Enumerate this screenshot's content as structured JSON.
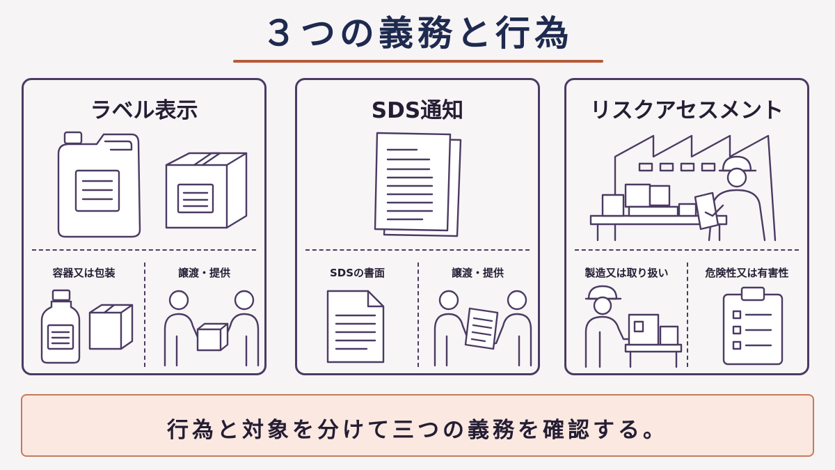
{
  "title": "３つの義務と行為",
  "panels": [
    {
      "title": "ラベル表示",
      "sub_left": "容器又は包装",
      "sub_right": "譲渡・提供",
      "icons": [
        "canister-icon",
        "box-icon",
        "bottle-icon",
        "small-box-icon",
        "handover-box-icon"
      ]
    },
    {
      "title": "SDS通知",
      "sub_left": "SDSの書面",
      "sub_right": "譲渡・提供",
      "icons": [
        "document-stack-icon",
        "document-icon",
        "handover-document-icon"
      ]
    },
    {
      "title": "リスクアセスメント",
      "sub_left": "製造又は取り扱い",
      "sub_right": "危険性又は有害性",
      "icons": [
        "factory-inspector-icon",
        "worker-machine-icon",
        "clipboard-checklist-icon"
      ]
    }
  ],
  "footer": "行為と対象を分けて三つの義務を確認する。",
  "colors": {
    "title": "#1e2a4f",
    "underline": "#b65a38",
    "panel_border": "#4b3a62",
    "footer_bg": "#fae8e1",
    "footer_border": "#c47a5a"
  }
}
